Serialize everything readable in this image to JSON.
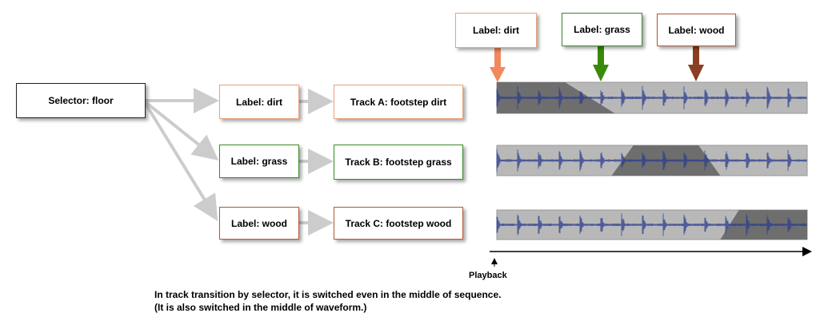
{
  "selector": {
    "label": "Selector: floor"
  },
  "labels": [
    {
      "text": "Label: dirt",
      "color": "#f08a5d"
    },
    {
      "text": "Label: grass",
      "color": "#3a8a0a"
    },
    {
      "text": "Label: wood",
      "color": "#8a3f22"
    }
  ],
  "tracks": [
    {
      "text": "Track A: footstep dirt",
      "active": [
        0.0,
        0.0,
        0.22,
        0.38
      ]
    },
    {
      "text": "Track B: footstep grass",
      "active": [
        0.37,
        0.44,
        0.65,
        0.72
      ]
    },
    {
      "text": "Track C: footstep wood",
      "active": [
        0.72,
        0.78,
        1.0,
        1.0
      ]
    }
  ],
  "top_labels": [
    "Label: dirt",
    "Label: grass",
    "Label: wood"
  ],
  "timeline": {
    "label": "Playback"
  },
  "caption": {
    "line1": "In track transition by selector, it is switched even in the middle of sequence.",
    "line2": "(It is also switched in the middle of waveform.)"
  },
  "colors": {
    "arrow_gray": "#cccccc",
    "waveform": "#2b3d8f",
    "track_bg": "#b8b8b8",
    "active_bg": "#6e6e6e"
  }
}
